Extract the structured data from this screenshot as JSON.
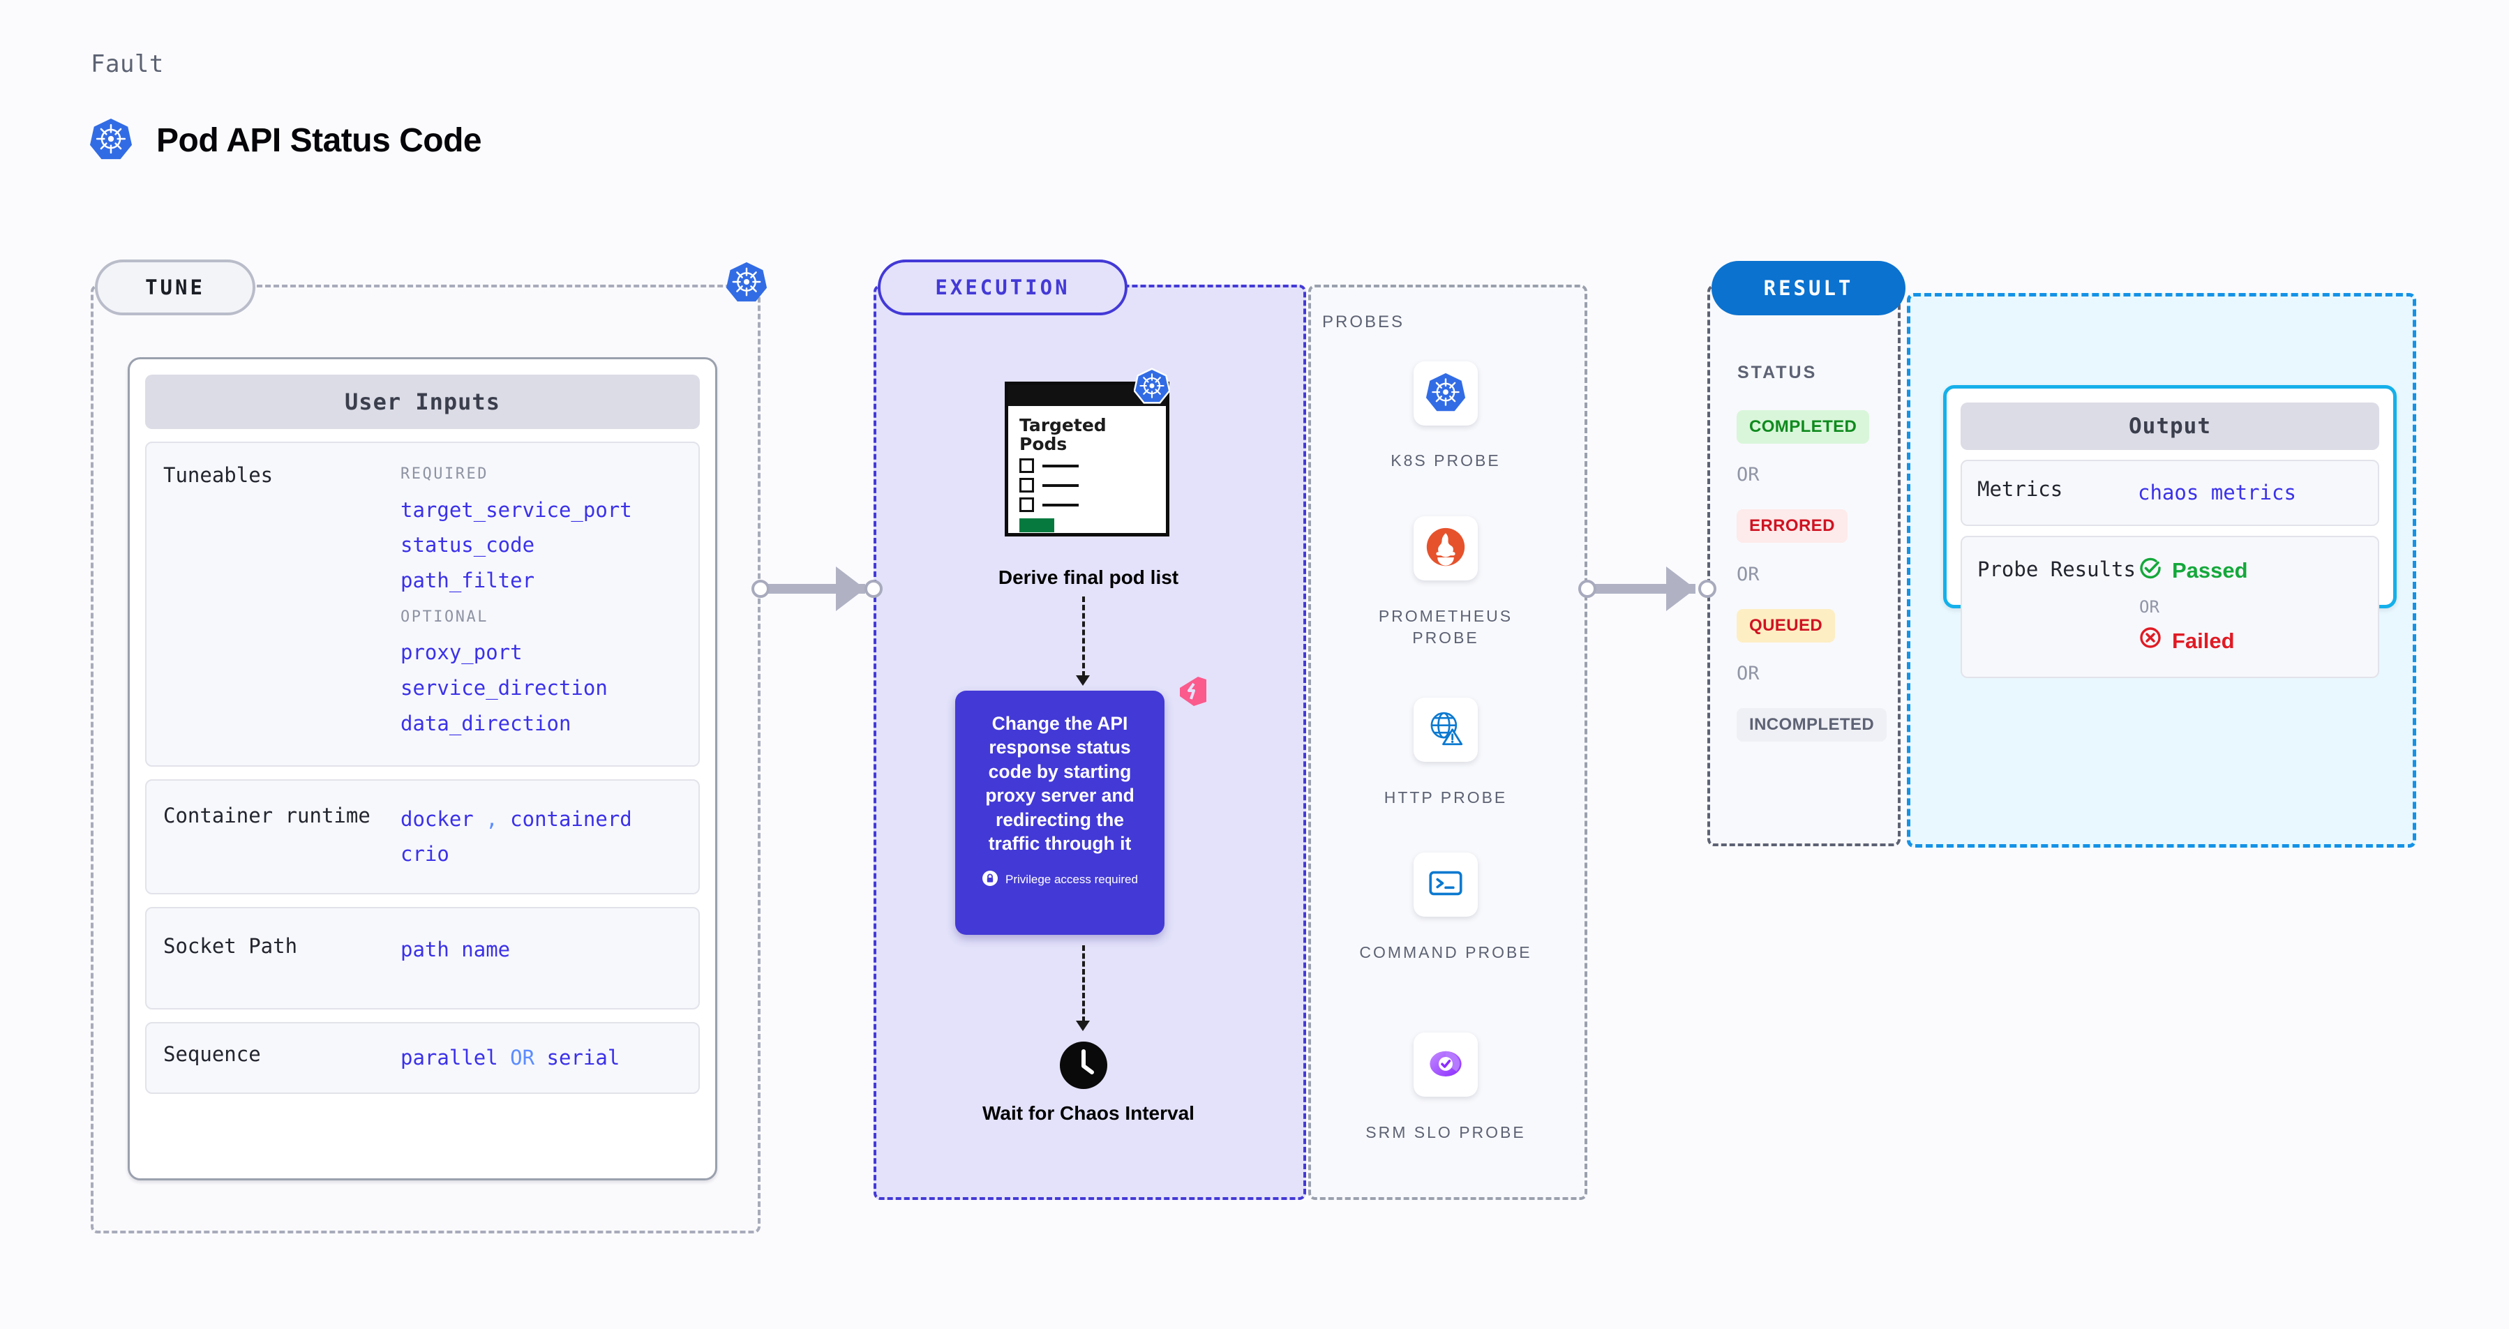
{
  "header": {
    "eyebrow": "Fault",
    "title": "Pod API Status Code",
    "icon": "kubernetes-icon"
  },
  "stages": {
    "tune": {
      "label": "TUNE"
    },
    "execution": {
      "label": "EXECUTION"
    },
    "result": {
      "label": "RESULT"
    }
  },
  "tune": {
    "card_title": "User Inputs",
    "rows": [
      {
        "key": "Tuneables",
        "groups": [
          {
            "label": "REQUIRED",
            "values": [
              "target_service_port",
              "status_code",
              "path_filter"
            ]
          },
          {
            "label": "OPTIONAL",
            "values": [
              "proxy_port",
              "service_direction",
              "data_direction"
            ]
          }
        ]
      },
      {
        "key": "Container runtime",
        "values": [
          "docker",
          "containerd",
          "crio"
        ],
        "separator": ","
      },
      {
        "key": "Socket Path",
        "values": [
          "path name"
        ]
      },
      {
        "key": "Sequence",
        "values": [
          "parallel",
          "serial"
        ],
        "separator": "OR"
      }
    ]
  },
  "execution": {
    "pods_card": {
      "title": "Targeted Pods",
      "icon": "kubernetes-icon",
      "items": 3
    },
    "step1_label": "Derive final pod list",
    "action": {
      "text": "Change the API response status code by starting proxy server and redirecting the traffic through it",
      "privilege_note": "Privilege access required",
      "privilege_icon": "lock-icon",
      "corner_icon": "harness-logo-icon"
    },
    "step2_label": "Wait for Chaos Interval",
    "step2_icon": "clock-icon"
  },
  "probes": {
    "heading": "PROBES",
    "items": [
      {
        "name": "K8S PROBE",
        "icon": "kubernetes-icon"
      },
      {
        "name": "PROMETHEUS PROBE",
        "icon": "prometheus-icon"
      },
      {
        "name": "HTTP PROBE",
        "icon": "globe-warning-icon"
      },
      {
        "name": "COMMAND PROBE",
        "icon": "terminal-icon"
      },
      {
        "name": "SRM SLO PROBE",
        "icon": "slo-donut-check-icon"
      }
    ]
  },
  "result": {
    "status_heading": "STATUS",
    "or_label": "OR",
    "statuses": [
      {
        "label": "COMPLETED",
        "color": "#0f8a1e",
        "bg": "#d9f6da"
      },
      {
        "label": "ERRORED",
        "color": "#cf1322",
        "bg": "#fdeaea"
      },
      {
        "label": "QUEUED",
        "color": "#cf1322",
        "bg": "#fdeec4"
      },
      {
        "label": "INCOMPLETED",
        "color": "#5d6274",
        "bg": "#eff0f5"
      }
    ],
    "output": {
      "title": "Output",
      "metrics_key": "Metrics",
      "metrics_value": "chaos metrics",
      "probe_key": "Probe Results",
      "passed_label": "Passed",
      "failed_label": "Failed",
      "or_label": "OR",
      "passed_icon": "check-circle-icon",
      "failed_icon": "x-circle-icon"
    }
  },
  "colors": {
    "tune_accent": "#9aa0ad",
    "execution_accent": "#4339d6",
    "result_accent": "#0b72cf",
    "output_accent": "#15b0ea",
    "tune_value": "#3b31e8",
    "harness_pink": "#fb5a8c"
  }
}
